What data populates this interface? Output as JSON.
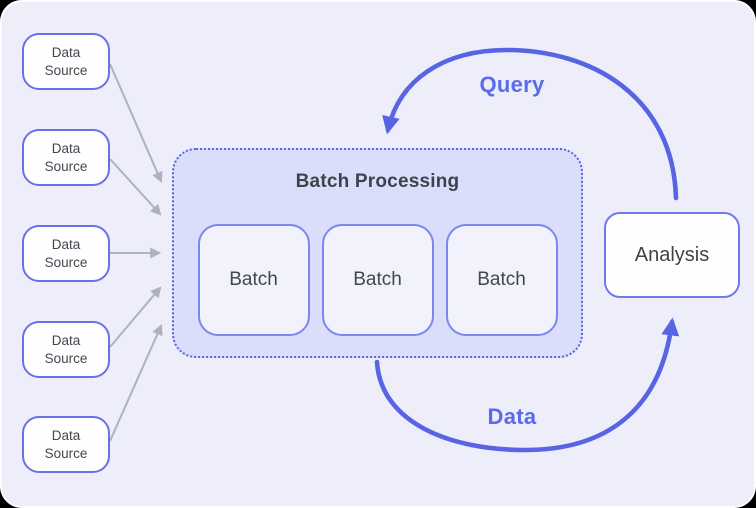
{
  "colors": {
    "accent-blue": "#5864E3",
    "label-blue": "#5A6BEE",
    "node-border": "#6572E8",
    "batch-border": "#7B87EC",
    "analysis-border": "#6D7AEA",
    "card-bg": "#EDEEFA",
    "container-fill": "#DBDEFA",
    "node-fill": "#FEFEFF",
    "batch-fill": "#F1F2FC",
    "arrow-gray": "#AFB1BE",
    "text-dark": "#43464E",
    "title-dark": "#3F434B"
  },
  "nodes": {
    "data_sources": [
      "Data Source",
      "Data Source",
      "Data Source",
      "Data Source",
      "Data Source"
    ],
    "batch_processing_title": "Batch Processing",
    "batches": [
      "Batch",
      "Batch",
      "Batch"
    ],
    "analysis": "Analysis"
  },
  "flow_labels": {
    "query": "Query",
    "data": "Data"
  }
}
